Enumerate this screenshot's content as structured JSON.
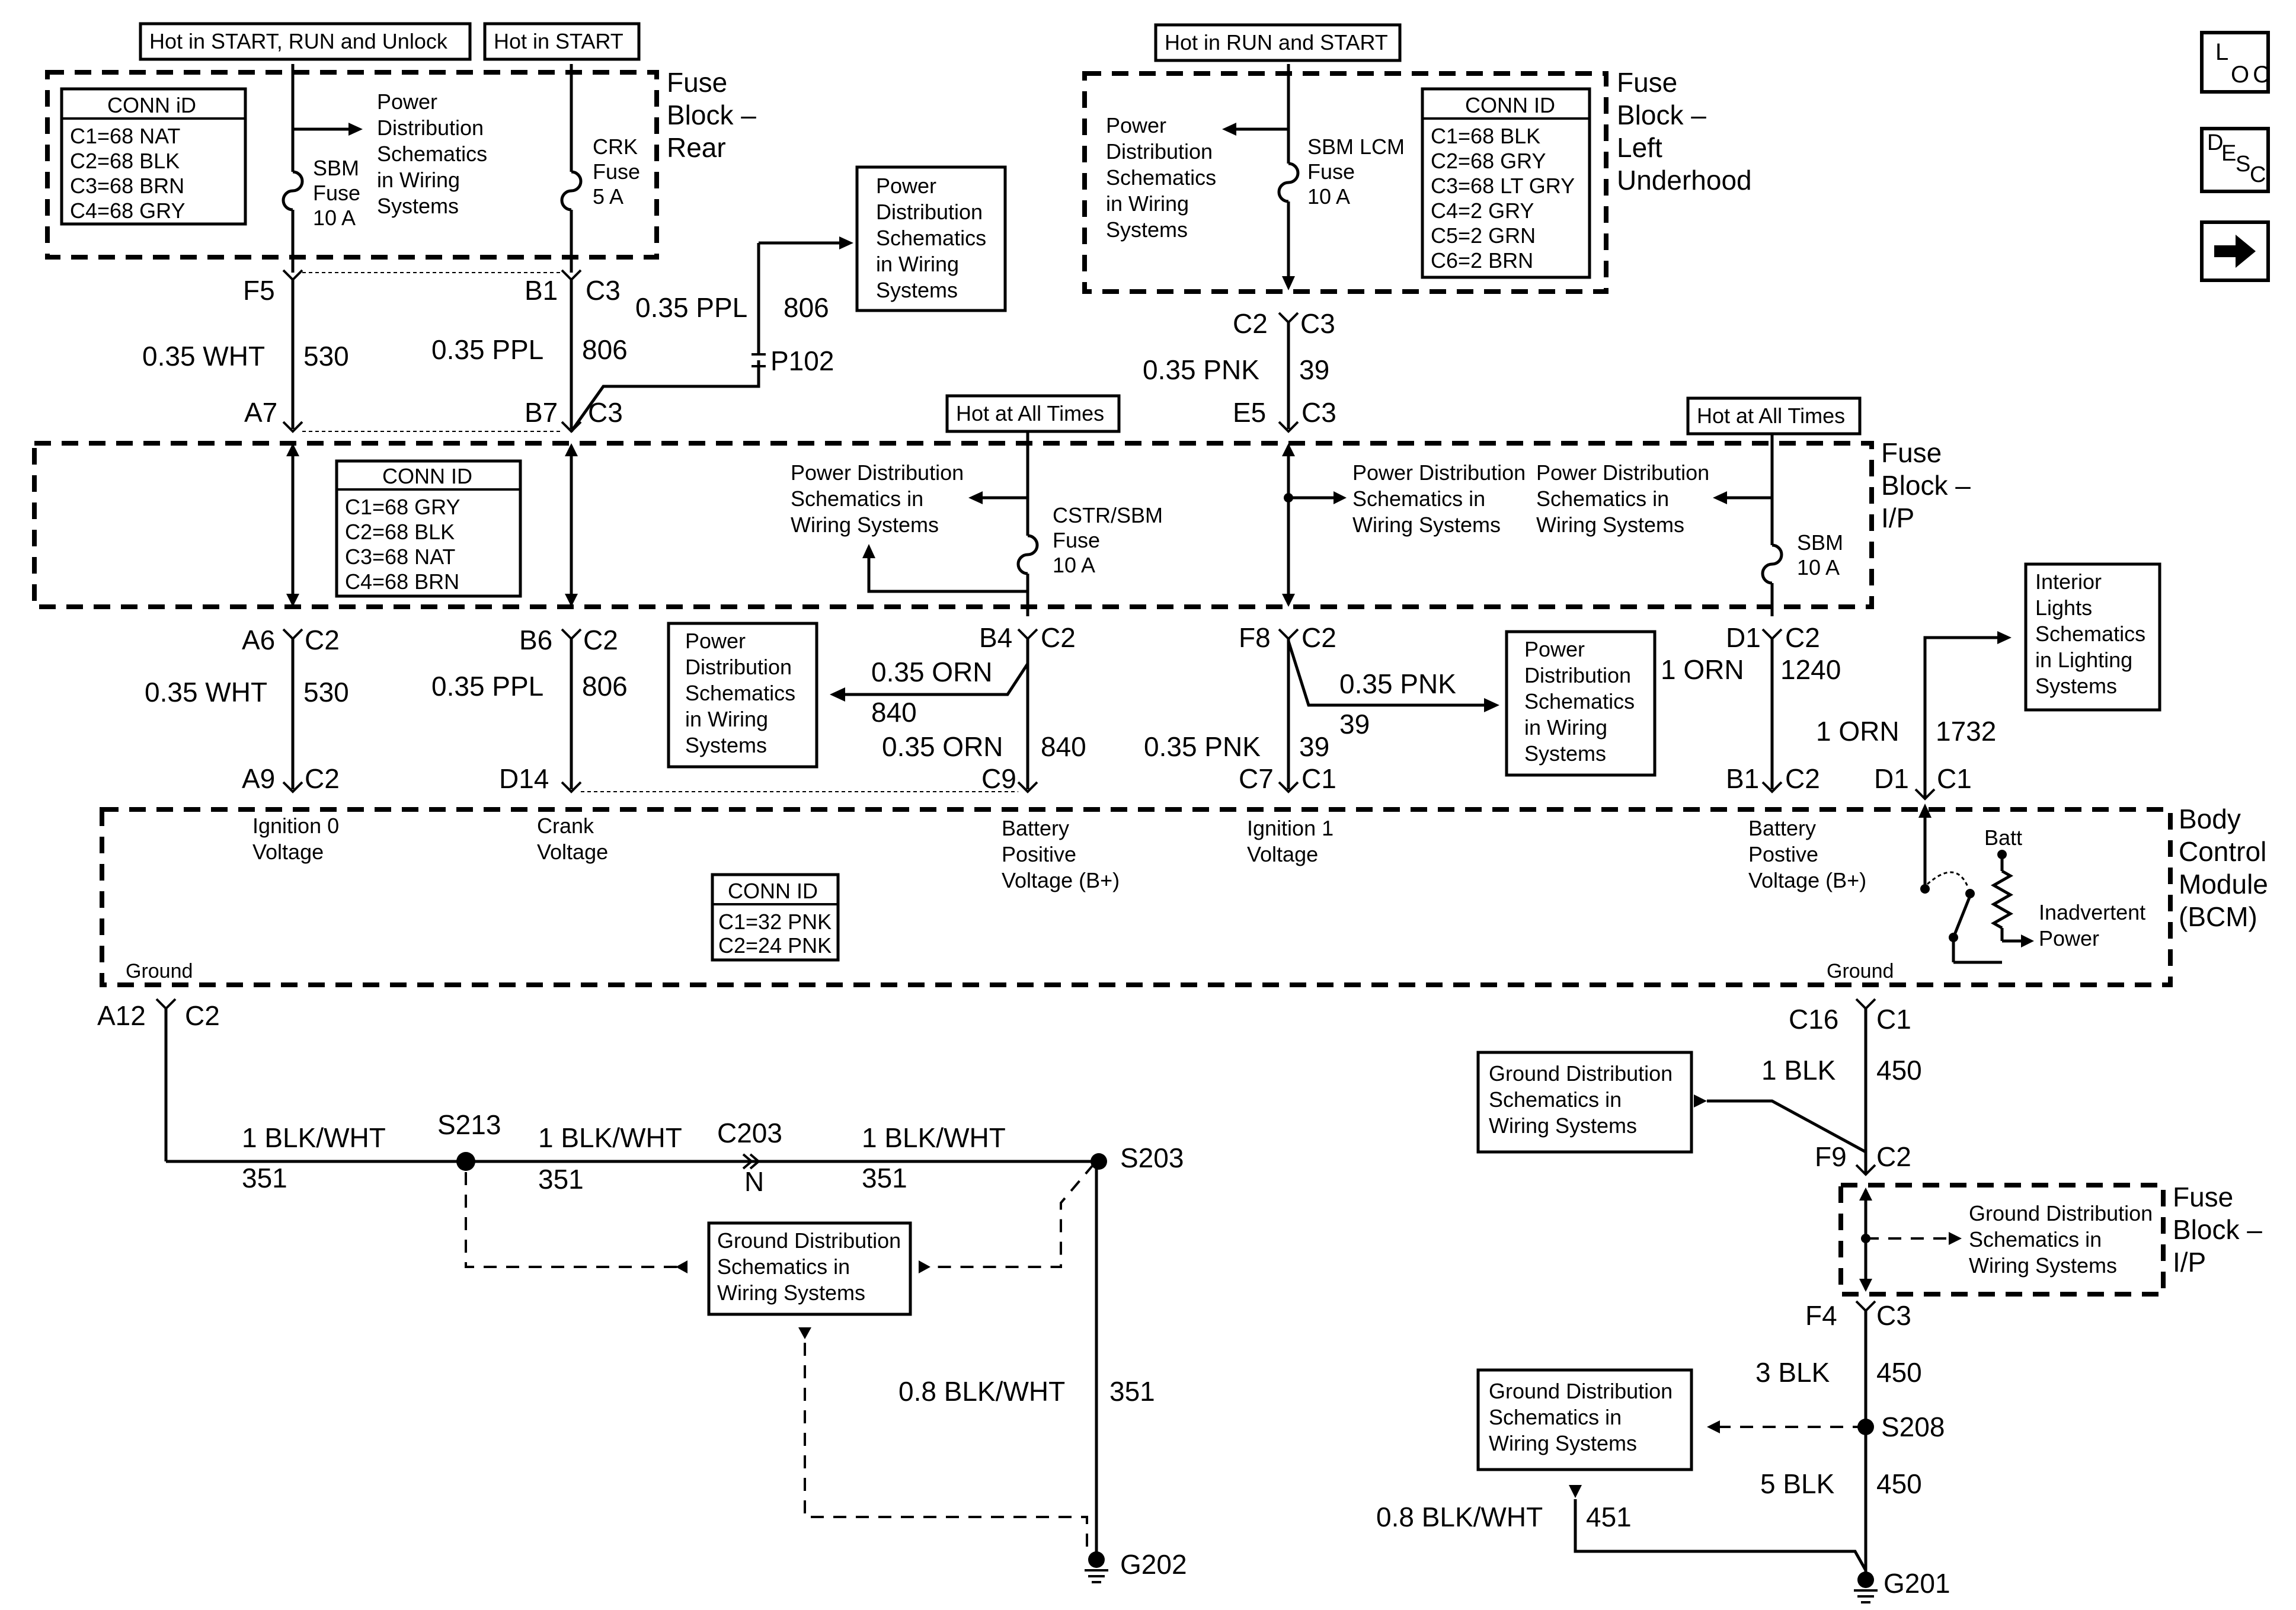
{
  "hot": {
    "start_run_unlock": "Hot in START, RUN and Unlock",
    "start": "Hot in START",
    "run_start": "Hot in RUN and START",
    "all_times_1": "Hot at All Times",
    "all_times_2": "Hot at All Times"
  },
  "fuse_blocks": {
    "rear": [
      "Fuse",
      "Block –",
      "Rear"
    ],
    "left_underhood": [
      "Fuse",
      "Block –",
      "Left",
      "Underhood"
    ],
    "ip": [
      "Fuse",
      "Block –",
      "I/P"
    ],
    "ip_bottom": [
      "Fuse",
      "Block –",
      "I/P"
    ],
    "bcm": [
      "Body",
      "Control",
      "Module",
      "(BCM)"
    ]
  },
  "conn_tables": {
    "rear": {
      "title": "CONN iD",
      "rows": [
        "C1=68 NAT",
        "C2=68 BLK",
        "C3=68 BRN",
        "C4=68 GRY"
      ]
    },
    "underhood": {
      "title": "CONN ID",
      "rows": [
        "C1=68 BLK",
        "C2=68 GRY",
        "C3=68 LT GRY",
        "C4=2 GRY",
        "C5=2 GRN",
        "C6=2 BRN"
      ]
    },
    "ip": {
      "title": "CONN ID",
      "rows": [
        "C1=68 GRY",
        "C2=68 BLK",
        "C3=68 NAT",
        "C4=68 BRN"
      ]
    },
    "bcm": {
      "title": "CONN ID",
      "rows": [
        "C1=32 PNK",
        "C2=24 PNK"
      ]
    }
  },
  "fuses": {
    "sbm_rear": [
      "SBM",
      "Fuse",
      "10 A"
    ],
    "crk": [
      "CRK",
      "Fuse",
      "5 A"
    ],
    "sbm_lcm": [
      "SBM LCM",
      "Fuse",
      "10 A"
    ],
    "cstr_sbm": [
      "CSTR/SBM",
      "Fuse",
      "10 A"
    ],
    "sbm_ip": [
      "SBM",
      "10 A"
    ]
  },
  "ref_boxes": {
    "pd_rear_text": [
      "Power",
      "Distribution",
      "Schematics",
      "in Wiring",
      "Systems"
    ],
    "pd_p102": [
      "Power",
      "Distribution",
      "Schematics",
      "in Wiring",
      "Systems"
    ],
    "pd_underhood_text": [
      "Power",
      "Distribution",
      "Schematics",
      "in Wiring",
      "Systems"
    ],
    "pd_cstr_text": [
      "Power Distribution",
      "Schematics in",
      "Wiring Systems"
    ],
    "pd_f8_text": [
      "Power Distribution",
      "Schematics in",
      "Wiring Systems"
    ],
    "pd_sbm_text": [
      "Power Distribution",
      "Schematics in",
      "Wiring Systems"
    ],
    "pd_b4": [
      "Power",
      "Distribution",
      "Schematics",
      "in Wiring",
      "Systems"
    ],
    "pd_f8_box": [
      "Power",
      "Distribution",
      "Schematics",
      "in Wiring",
      "Systems"
    ],
    "interior": [
      "Interior",
      "Lights",
      "Schematics",
      "in Lighting",
      "Systems"
    ],
    "gd_s213": [
      "Ground Distribution",
      "Schematics in",
      "Wiring Systems"
    ],
    "gd_c16": [
      "Ground Distribution",
      "Schematics in",
      "Wiring Systems"
    ],
    "gd_fuse_ip": [
      "Ground Distribution",
      "Schematics in",
      "Wiring Systems"
    ],
    "gd_s208": [
      "Ground Distribution",
      "Schematics in",
      "Wiring Systems"
    ]
  },
  "pins": {
    "f5": "F5",
    "b1": "B1",
    "c3a": "C3",
    "a7": "A7",
    "b7": "B7",
    "c3b": "C3",
    "c2a": "C2",
    "c3c": "C3",
    "e5": "E5",
    "c3d": "C3",
    "a6": "A6",
    "c2b": "C2",
    "b6": "B6",
    "c2c": "C2",
    "b4": "B4",
    "c2d": "C2",
    "f8": "F8",
    "c2e": "C2",
    "d1a": "D1",
    "c2f": "C2",
    "a9": "A9",
    "c2g": "C2",
    "d14": "D14",
    "c9": "C9",
    "c7": "C7",
    "c1a": "C1",
    "b1b": "B1",
    "c2h": "C2",
    "d1b": "D1",
    "c1b": "C1",
    "a12": "A12",
    "c2i": "C2",
    "c16": "C16",
    "c1c": "C1",
    "f9": "F9",
    "c2j": "C2",
    "f4": "F4",
    "c3e": "C3",
    "p102": "P102",
    "c203": "C203",
    "n": "N"
  },
  "wires": {
    "w1_g": "0.35 WHT",
    "w1_n": "530",
    "w2_g": "0.35 PPL",
    "w2_n": "806",
    "w3_g": "0.35 PPL",
    "w3_n": "806",
    "w4_g": "0.35 PNK",
    "w4_n": "39",
    "w5_g": "0.35 WHT",
    "w5_n": "530",
    "w6_g": "0.35 PPL",
    "w6_n": "806",
    "w7_g": "0.35 ORN",
    "w7_n": "840",
    "w8_g": "0.35 ORN",
    "w8_n": "840",
    "w9_g": "0.35 PNK",
    "w9_n": "39",
    "w10_g": "0.35 PNK",
    "w10_n": "39",
    "w11_g": "1 ORN",
    "w11_n": "1240",
    "w12_g": "1 ORN",
    "w12_n": "1732",
    "w13_g": "1 BLK/WHT",
    "w13_n": "351",
    "w14_g": "1 BLK/WHT",
    "w14_n": "351",
    "w15_g": "1 BLK/WHT",
    "w15_n": "351",
    "w16_g": "0.8 BLK/WHT",
    "w16_n": "351",
    "w17_g": "1 BLK",
    "w17_n": "450",
    "w18_g": "3 BLK",
    "w18_n": "450",
    "w19_g": "5 BLK",
    "w19_n": "450",
    "w20_g": "0.8 BLK/WHT",
    "w20_n": "451"
  },
  "bcm_inputs": {
    "ign0": [
      "Ignition 0",
      "Voltage"
    ],
    "crank": [
      "Crank",
      "Voltage"
    ],
    "batt_pos": [
      "Battery",
      "Positive",
      "Voltage (B+)"
    ],
    "ign1": [
      "Ignition  1",
      "Voltage"
    ],
    "batt_postive": [
      "Battery",
      "Postive",
      "Voltage (B+)"
    ],
    "batt": "Batt",
    "inadvertent": [
      "Inadvertent",
      "Power"
    ],
    "ground_left": "Ground",
    "ground_right": "Ground"
  },
  "splices": {
    "s213": "S213",
    "s203": "S203",
    "s208": "S208"
  },
  "grounds": {
    "g202": "G202",
    "g201": "G201"
  },
  "nav": {
    "loc_l": "L",
    "loc_oc": "OC",
    "desc_d": "D",
    "desc_e": "E",
    "desc_s": "S",
    "desc_c": "C"
  }
}
